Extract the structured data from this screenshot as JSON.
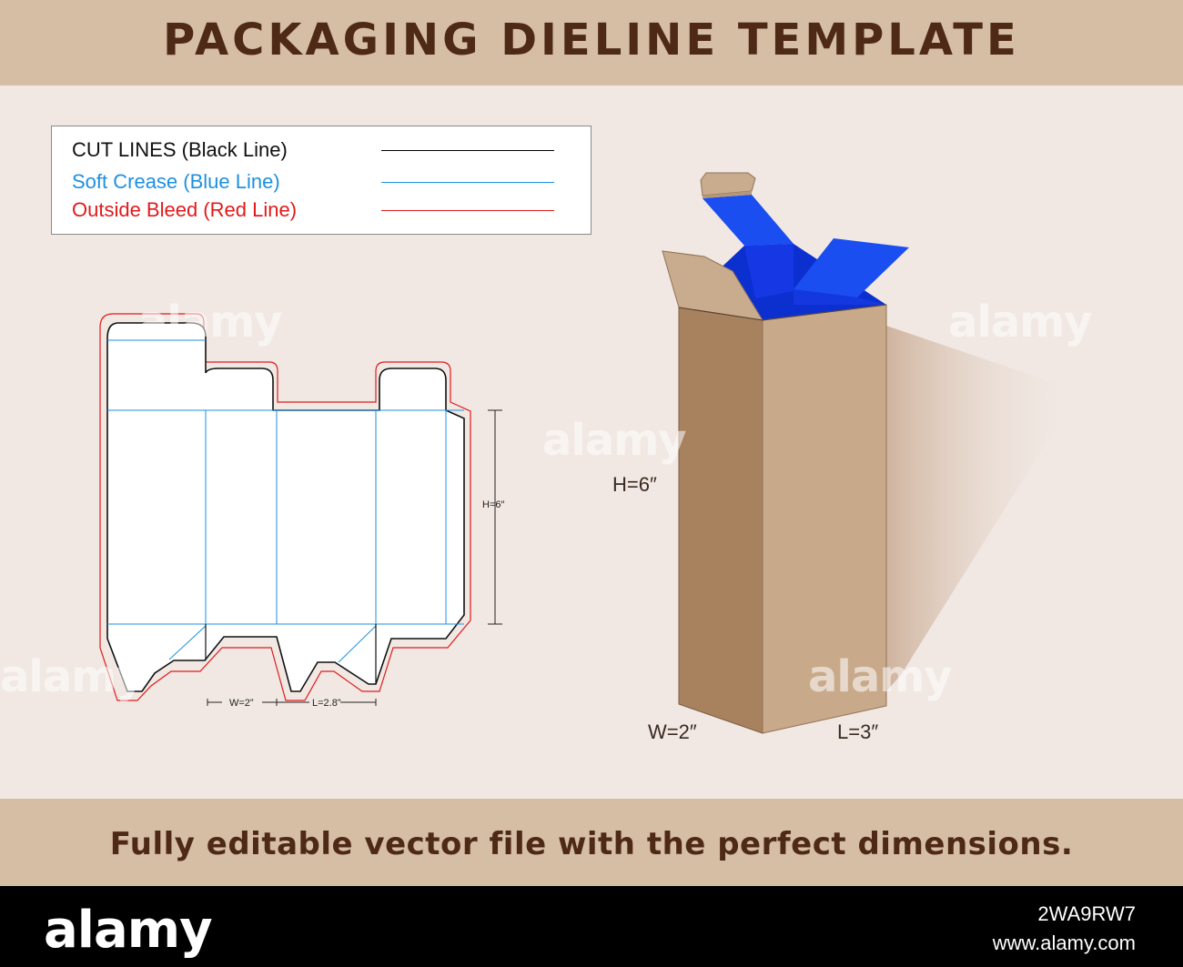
{
  "header": {
    "title": "PACKAGING DIELINE TEMPLATE"
  },
  "legend": {
    "items": [
      {
        "label": "CUT LINES (Black Line)",
        "color": "#000000"
      },
      {
        "label": "Soft Crease (Blue Line)",
        "color": "#1e90e0"
      },
      {
        "label": "Outside Bleed (Red Line)",
        "color": "#e01b1b"
      }
    ]
  },
  "dieline": {
    "height_label": "H=6″",
    "width_label": "W=2”",
    "length_label": "L=2.8”"
  },
  "box_view": {
    "height_label": "H=6″",
    "width_label": "W=2″",
    "length_label": "L=3″",
    "colors": {
      "front": "#a8825f",
      "side": "#c8a98a",
      "inside": "#1034d8",
      "flap_blue": "#1a4ef0",
      "kraft_flap": "#c9ab8e"
    }
  },
  "footer": {
    "tagline": "Fully editable vector file with the perfect dimensions."
  },
  "watermark": {
    "text": "alamy",
    "brand": "alamy",
    "image_id": "2WA9RW7",
    "url": "www.alamy.com"
  },
  "colors": {
    "header_band": "#d6bea4",
    "title_text": "#4e2a16",
    "page_bg": "#f1e8e3"
  }
}
